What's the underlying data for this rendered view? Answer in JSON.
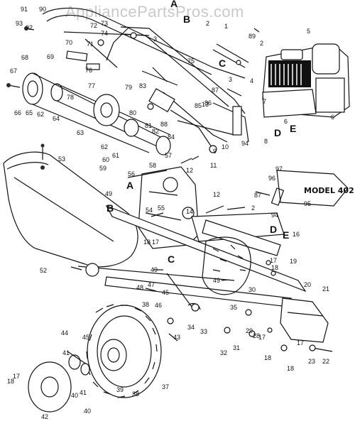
{
  "watermark": "AppliancePartsPros.com",
  "model_label": "MODEL 402",
  "letters": [
    "A",
    "B",
    "C",
    "D",
    "E"
  ],
  "callouts": [
    "1",
    "2",
    "3",
    "4",
    "5",
    "6",
    "7",
    "8",
    "9",
    "10",
    "11",
    "12",
    "13",
    "14",
    "15",
    "16",
    "17",
    "18",
    "19",
    "20",
    "21",
    "22",
    "23",
    "28",
    "29",
    "30",
    "31",
    "32",
    "33",
    "34",
    "35",
    "37",
    "38",
    "39",
    "40",
    "41",
    "42",
    "43",
    "44",
    "45",
    "46",
    "47",
    "48",
    "49",
    "52",
    "53",
    "54",
    "55",
    "56",
    "57",
    "58",
    "59",
    "60",
    "61",
    "62",
    "63",
    "64",
    "65",
    "66",
    "67",
    "68",
    "69",
    "70",
    "71",
    "72",
    "73",
    "74",
    "75",
    "76",
    "77",
    "78",
    "79",
    "80",
    "81",
    "82",
    "83",
    "84",
    "85",
    "86",
    "87",
    "88",
    "89",
    "90",
    "91",
    "92",
    "93",
    "94",
    "95",
    "96",
    "97"
  ]
}
